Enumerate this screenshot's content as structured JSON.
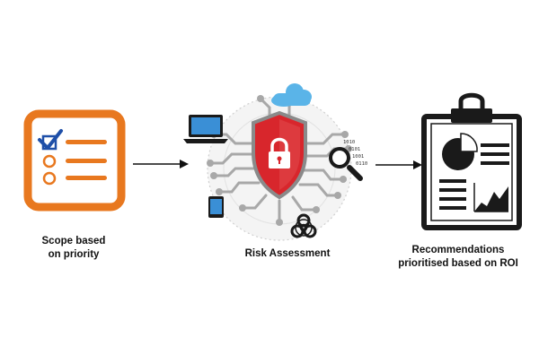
{
  "steps": [
    {
      "label_lines": [
        "Scope based",
        "on priority"
      ],
      "icon": "checklist-icon"
    },
    {
      "label_lines": [
        "Risk Assessment"
      ],
      "icon": "security-shield-icon"
    },
    {
      "label_lines": [
        "Recommendations",
        "prioritised based on ROI"
      ],
      "icon": "clipboard-report-icon"
    }
  ],
  "colors": {
    "orange": "#e8781f",
    "check_blue": "#1e4fa8",
    "shield_red": "#d8262c",
    "circuit_gray": "#a8a8a8",
    "dark": "#1a1a1a",
    "cloud_blue": "#5ab4e8"
  },
  "circuit_text": {
    "binary_lines": [
      "1010",
      "0101",
      "1001",
      "0110"
    ]
  }
}
